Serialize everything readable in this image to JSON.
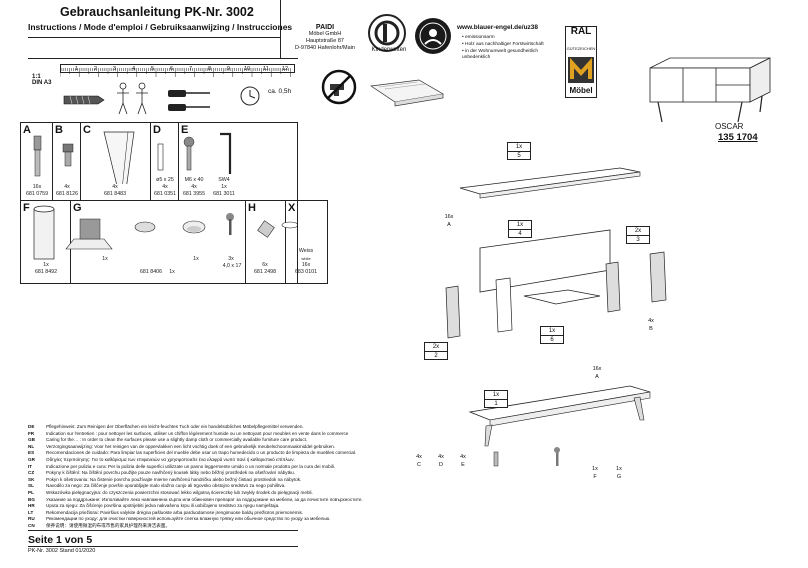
{
  "header": {
    "title": "Gebrauchsanleitung  PK-Nr. 3002",
    "subtitle": "Instructions / Mode d'emploi / Gebruiksaanwijzing / Instrucciones",
    "company_name": "PAIDI",
    "company_lines": [
      "Möbel GmbH",
      "Hauptstraße 87",
      "D-97840 Hafenlohr/Main"
    ],
    "brand_tag": "Kinderwelten",
    "angel_url": "www.blauer-engel.de/uz38",
    "angel_points": [
      "• emissionsarm",
      "• Holz aus nachhaltiger Forstwirtschaft",
      "• in der Wohnumwelt gesundheitlich",
      "  unbedenklich"
    ],
    "ral_label": "RAL",
    "ral_sub": "GÜTEZEICHEN",
    "ral_moebel": "Möbel",
    "product_name": "OSCAR",
    "article_no": "135 1704"
  },
  "tools": {
    "scale_ratio": "1:1",
    "paper": "DIN A3",
    "scale_numbers": [
      "1",
      "2",
      "3",
      "4",
      "5",
      "6",
      "7",
      "8",
      "9",
      "10",
      "11",
      "12"
    ],
    "time": "ca. 0,5h"
  },
  "parts_row1": [
    {
      "letter": "A",
      "qty": "16x",
      "code": "681 0759"
    },
    {
      "letter": "B",
      "qty": "4x",
      "code": "681 8126"
    },
    {
      "letter": "C",
      "qty": "4x",
      "code": "681 8483"
    },
    {
      "letter": "D",
      "qty": "4x",
      "code": "681 0351",
      "size": "ø5 x 25"
    },
    {
      "letter": "E",
      "qty": "4x",
      "code": "681 3955",
      "size": "M6 x 40"
    },
    {
      "letter": "",
      "qty": "1x",
      "code": "681 3011",
      "size": "SW4"
    }
  ],
  "parts_row2": [
    {
      "letter": "F",
      "qty": "1x",
      "code": "681 8492"
    },
    {
      "letter": "G",
      "qty": "1x",
      "code": "681 8406",
      "qty2": "1x",
      "qty3": "1x",
      "qty4": "3x",
      "size": "4,0 x 17"
    },
    {
      "letter": "H",
      "qty": "6x",
      "code": "681 2498"
    },
    {
      "letter": "X",
      "qty": "16x",
      "code": "683 0101",
      "note": "Weiss",
      "note2": "white"
    }
  ],
  "callouts": {
    "top_board": {
      "qty": "1x",
      "num": "5"
    },
    "dowel_top": {
      "qty": "16x",
      "letter": "A"
    },
    "back": {
      "qty": "1x",
      "num": "4"
    },
    "side_right": {
      "qty": "2x",
      "num": "3"
    },
    "screw_b": {
      "qty": "4x",
      "letter": "B"
    },
    "shelf": {
      "qty": "1x",
      "num": "6"
    },
    "side_left": {
      "qty": "2x",
      "num": "2"
    },
    "dowel_bottom": {
      "qty": "16x",
      "letter": "A"
    },
    "bottom": {
      "qty": "1x",
      "num": "1"
    },
    "leg_c": {
      "qty": "4x",
      "letter": "C"
    },
    "leg_d": {
      "qty": "4x",
      "letter": "D"
    },
    "leg_e": {
      "qty": "4x",
      "letter": "E"
    },
    "part_f": {
      "qty": "1x",
      "letter": "F"
    },
    "part_g": {
      "qty": "1x",
      "letter": "G"
    }
  },
  "languages": [
    {
      "code": "DE",
      "text": "Pflegehinweis:  Zum Reinigen der Oberflächen  ein leicht-feuchtes Tuch oder ein handelsübliches Möbelpflegemittel verwenden."
    },
    {
      "code": "FR",
      "text": "Indication sur l'entretien : pour nettoyer les surfaces, utiliser un chiffon légèrement humide ou un nettoyant pour meubles en vente dans le commerce"
    },
    {
      "code": "GB",
      "text": "Caring for the… :  In order to clean the surfaces please use a slightly damp cloth or commercially available furniture care product."
    },
    {
      "code": "NL",
      "text": "Verzorgingsaanwijzing:  Voor het reinigen van de oppervlakken een licht vochtig doek of een gebruikelijk meubelschoonmaakmiddel gebruiken."
    },
    {
      "code": "ES",
      "text": "Recomendaciones de cuidado: Para limpiar las superficies del mueble debe usar un trapo humedecido o un producto de limpieza de muebles comercial."
    },
    {
      "code": "GR",
      "text": "Οδηγίες περιποίησης: Για το καθάρισμα των επιφανειών να χρησιμοποιείτε ένα ελαφρά νωπό πανί ή καθαριστικό επίπλων."
    },
    {
      "code": "IT",
      "text": "Indicazione per pulizia e cura:  Per la pulizia delle superfici utilizzate un panno leggermente umido o un normale prodotto per la cura dei mobili."
    },
    {
      "code": "CZ",
      "text": "Pokyny k čištění:  Na čištění povrchu použijte pouze navlhčený kousek látky nebo běžný prostředek na ošetřování nábytku."
    },
    {
      "code": "SK",
      "text": "Pokyn k ošetrovaniu: Na čistenie povrchu používajte mierne navlhčenú handričku alebo bežný čistiaci prostriedok na nábytok."
    },
    {
      "code": "SL",
      "text": "Navodilo za nego: Za čiščenje površin uporabljajte malo vlažno cunjo ali trgovsko obstojno sredstvo za nego pohištva."
    },
    {
      "code": "PL",
      "text": "Wskazówka pielęgnacyjna:  do czyszczenia powierzchni stosować lekko wilgotną ściereczkę lub zwykły środek do pielęgnacji mebli."
    },
    {
      "code": "BG",
      "text": "Указание за поддръжане:  Използвайте леко навлажнена кърпа или обикновен препарат за поддържане на мебели, за да почистите повърхностите."
    },
    {
      "code": "HR",
      "text": "Uputa za njegu:  Za čišćenje površina upotrijebiti jedva nakvašenu krpu ili uobičajeno sredstvo za njegu namještaja."
    },
    {
      "code": "LT",
      "text": "Rekomendacija priežiūrai:  Paviršius valykite drėgna pašluoste arba parduodamose įrengimuose baldų priežiūros priemonėmis."
    },
    {
      "code": "RU",
      "text": "Рекомендации по уходу: для очистки поверхностей используйте слегка влажную тряпку или обычное средство по уходу за мебелью."
    },
    {
      "code": "CN",
      "text": "保养说明：请使用微湿的布或市售的家具护理剂来清洁表面。"
    }
  ],
  "footer": {
    "page": "Seite 1 von 5",
    "meta": "PK-Nr. 3002   Stand 01/2020"
  }
}
